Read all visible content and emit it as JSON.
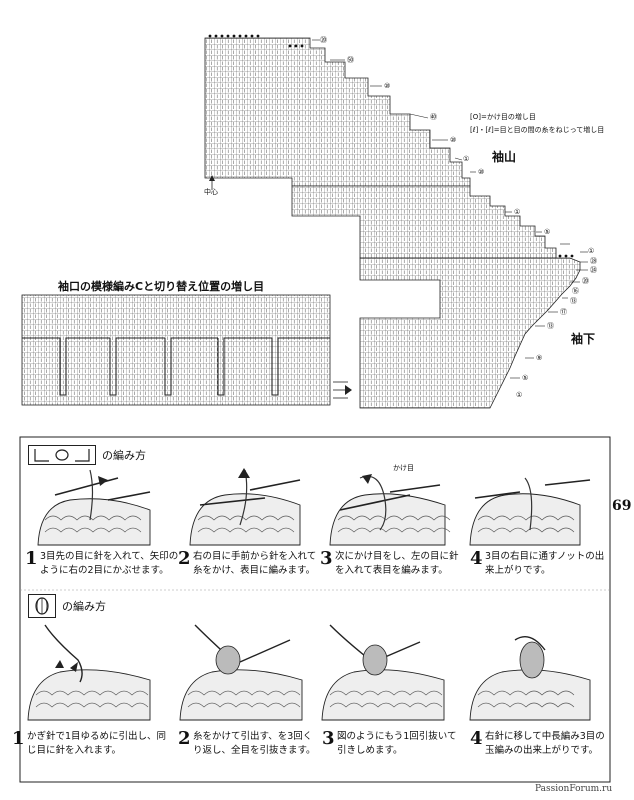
{
  "page_number": "69",
  "chart_top": {
    "legend_1": "[O]=かけ目の増し目",
    "legend_2": "[ℓ]・[ℓ]=目と目の間の糸をねじって増し目",
    "label_sodeyama": "袖山",
    "label_sodeshita": "袖下",
    "center_label": "中心"
  },
  "chart_left": {
    "title": "袖口の模様編みCと切り替え位置の増し目"
  },
  "right_marks": [
    "⑳",
    "㊿",
    "⑩",
    "㊵",
    "⑩",
    "①",
    "⑩",
    "①",
    "⑤",
    "①",
    "㉘",
    "㉔",
    "⑳",
    "⑯",
    "⑬",
    "⑰",
    "⑬",
    "⑨",
    "⑤",
    "①"
  ],
  "method1": {
    "title": "の編み方",
    "steps": [
      {
        "num": "1",
        "text": "3目先の目に針を入れて、矢印のように右の2目にかぶせます。"
      },
      {
        "num": "2",
        "text": "右の目に手前から針を入れて糸をかけ、表目に編みます。"
      },
      {
        "num": "3",
        "text": "次にかけ目をし、左の目に針を入れて表目を編みます。"
      },
      {
        "num": "4",
        "text": "3目の右目に通すノットの出来上がりです。"
      }
    ],
    "kakeme_label": "かけ目"
  },
  "method2": {
    "title": "の編み方",
    "steps": [
      {
        "num": "1",
        "text": "かぎ針で1目ゆるめに引出し、同じ目に針を入れます。"
      },
      {
        "num": "2",
        "text": "糸をかけて引出す、を3回くり返し、全目を引抜きます。"
      },
      {
        "num": "3",
        "text": "図のようにもう1回引抜いて引きしめます。"
      },
      {
        "num": "4",
        "text": "右針に移して中長編み3目の玉編みの出来上がりです。"
      }
    ]
  },
  "watermark": "PassionForum.ru"
}
